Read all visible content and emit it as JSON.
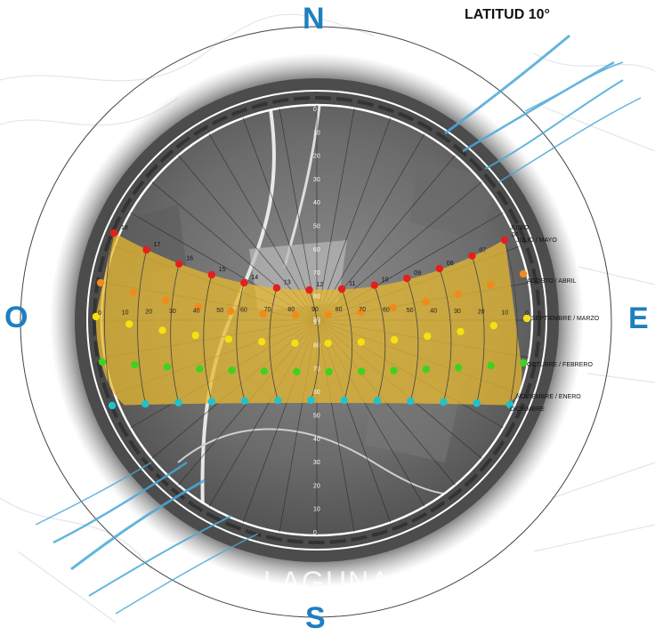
{
  "title": "LATITUD 10°",
  "cardinals": {
    "north": "N",
    "south": "S",
    "west": "O",
    "east": "E"
  },
  "place_label": "LAGUNA",
  "hour_labels": [
    "18",
    "17",
    "16",
    "15",
    "14",
    "13",
    "12",
    "11",
    "10",
    "09",
    "08",
    "07",
    "06"
  ],
  "altitude_scale": [
    "0",
    "10",
    "20",
    "30",
    "40",
    "50",
    "60",
    "70",
    "80",
    "90"
  ],
  "azimuth_row_labels": [
    "0",
    "10",
    "20",
    "30",
    "40",
    "50",
    "60",
    "70",
    "80",
    "90",
    "80",
    "70",
    "60",
    "50",
    "40",
    "30",
    "20",
    "10",
    "0"
  ],
  "month_labels": [
    {
      "text": "JUNIO",
      "color": "#e51e1e"
    },
    {
      "text": "JULIO / MAYO",
      "color": "#e51e1e"
    },
    {
      "text": "AGOSTO / ABRIL",
      "color": "#f18a1b"
    },
    {
      "text": "SEPTIEMBRE / MARZO",
      "color": "#f7e011"
    },
    {
      "text": "OCTUBRE / FEBRERO",
      "color": "#3ed21f"
    },
    {
      "text": "NOVIEMBRE / ENERO",
      "color": "#1fc2cf"
    },
    {
      "text": "DICIEMBRE",
      "color": "#1fc2cf"
    }
  ],
  "colors": {
    "cardinal": "#1e7fc0",
    "band_fill": "#e6b830",
    "wind": "#4aa8d8",
    "ring_dark": "#555555"
  }
}
